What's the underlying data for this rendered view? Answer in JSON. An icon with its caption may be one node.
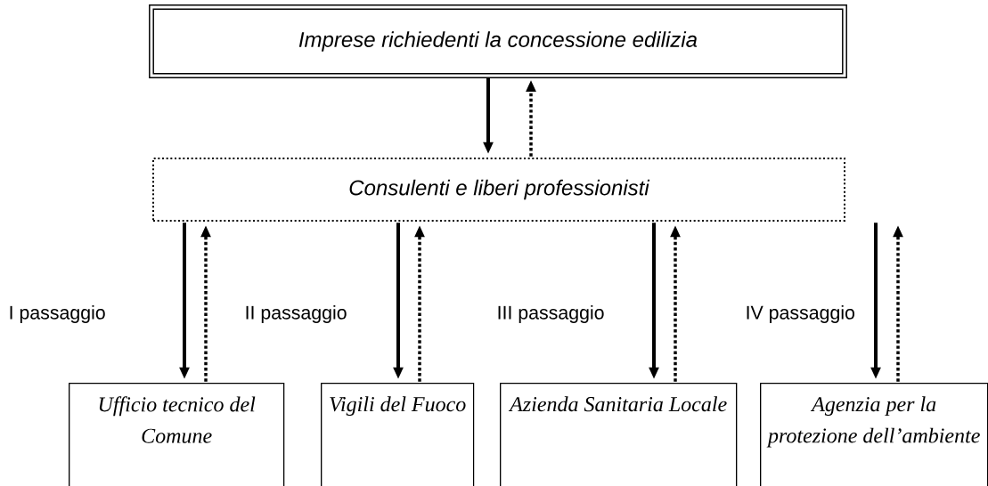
{
  "diagram": {
    "nodes": [
      {
        "text": [
          "Imprese richiedenti la concessione edilizia"
        ]
      },
      {
        "text": [
          "Consulenti e liberi professionisti"
        ]
      },
      {
        "text": [
          "Ufficio tecnico del Comune"
        ]
      },
      {
        "text": [
          "Vigili del Fuoco"
        ]
      },
      {
        "text": [
          "Azienda Sanitaria Locale"
        ]
      },
      {
        "text": [
          "Agenzia per la protezione dell’ambiente"
        ]
      }
    ],
    "edges": [
      {
        "from": 0,
        "to": 1,
        "arrow": "to"
      },
      {
        "from": 1,
        "to": 0,
        "arrow": "to",
        "style": "dashed"
      },
      {
        "from": 1,
        "to": 2,
        "arrow": "to",
        "label": "I passaggio"
      },
      {
        "from": 2,
        "to": 1,
        "arrow": "to",
        "style": "dashed"
      },
      {
        "from": 1,
        "to": 3,
        "arrow": "to",
        "label": "II passaggio"
      },
      {
        "from": 3,
        "to": 1,
        "arrow": "to",
        "style": "dashed"
      },
      {
        "from": 1,
        "to": 4,
        "arrow": "to",
        "label": "III passaggio"
      },
      {
        "from": 4,
        "to": 1,
        "arrow": "to",
        "style": "dashed"
      },
      {
        "from": 1,
        "to": 5,
        "arrow": "to",
        "label": "IV passaggio"
      },
      {
        "from": 5,
        "to": 1,
        "arrow": "to",
        "style": "dashed"
      }
    ]
  }
}
